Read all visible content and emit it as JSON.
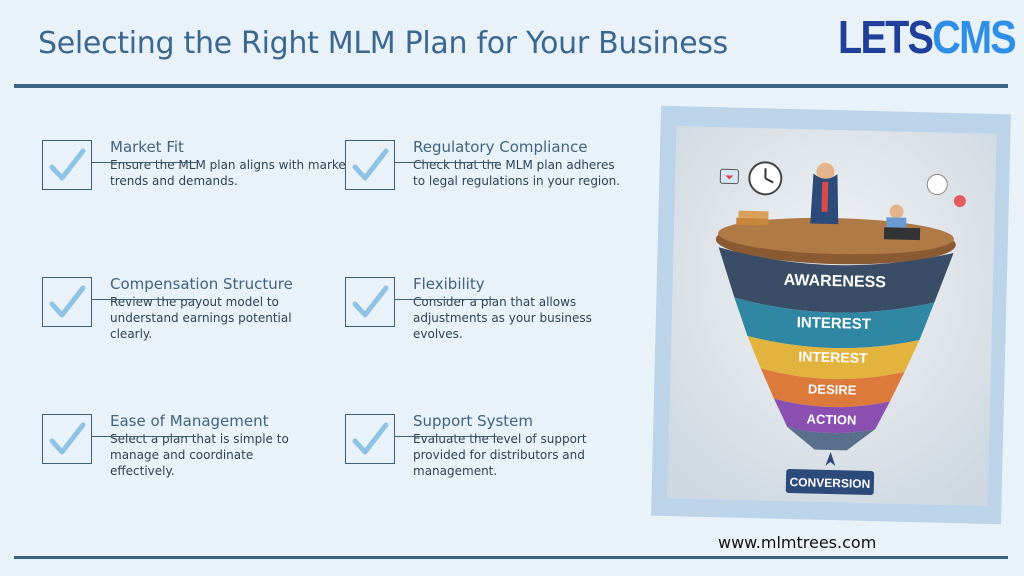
{
  "title": "Selecting the Right MLM Plan for Your Business",
  "logo": {
    "part1": "LETS",
    "part2": "CMS"
  },
  "items": [
    {
      "title": "Market Fit",
      "desc": "Ensure the MLM plan aligns with market trends and demands."
    },
    {
      "title": "Regulatory Compliance",
      "desc": "Check that the MLM plan adheres to legal regulations in your region."
    },
    {
      "title": "Compensation Structure",
      "desc": "Review the payout model to understand earnings potential clearly."
    },
    {
      "title": "Flexibility",
      "desc": "Consider a plan that allows adjustments as your business evolves."
    },
    {
      "title": "Ease of Management",
      "desc": "Select a plan that is simple to manage and coordinate effectively."
    },
    {
      "title": "Support System",
      "desc": "Evaluate the level of support provided for distributors and management."
    }
  ],
  "funnel": {
    "stages": [
      "AWARENESS",
      "INTEREST",
      "INTEREST",
      "DESIRE",
      "ACTION"
    ],
    "conversion": "CONVERSION"
  },
  "url": "www.mlmtrees.com",
  "colors": {
    "title": "#3b6891",
    "accent_dark": "#1f3f9a",
    "accent_light": "#2f8fe6",
    "rule": "#3c6480",
    "check": "#8fc3e6"
  }
}
